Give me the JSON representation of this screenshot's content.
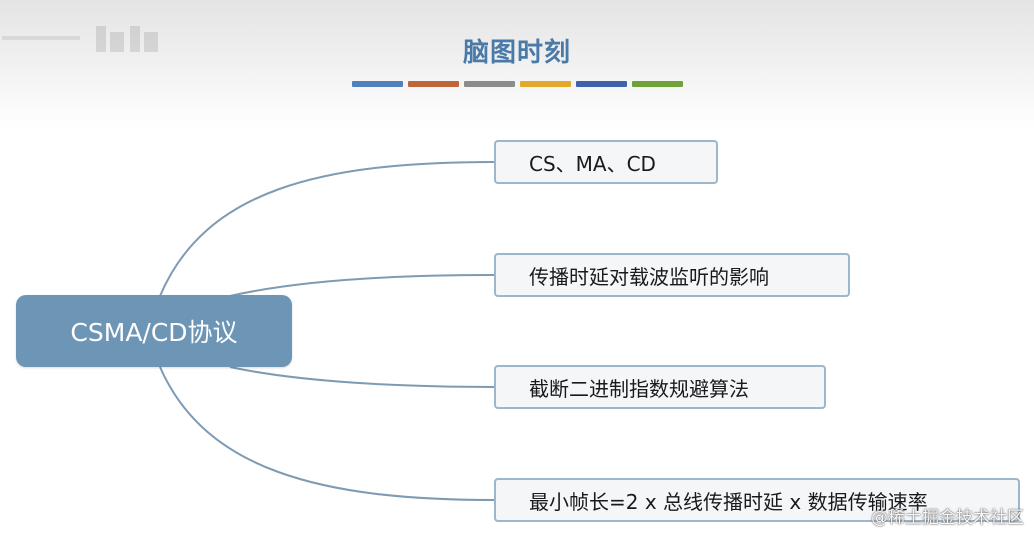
{
  "slide": {
    "title": "脑图时刻",
    "strip_colors": [
      "#4f81bd",
      "#c0643a",
      "#8c8c8c",
      "#e3a92a",
      "#3f62ad",
      "#6fa33a"
    ],
    "central_topic": "CSMA/CD协议",
    "branches": [
      "CS、MA、CD",
      "传播时延对载波监听的影响",
      "截断二进制指数规避算法",
      "最小帧长=2 x 总线传播时延 x 数据传输速率"
    ]
  },
  "watermark": {
    "text": "@稀土掘金技术社区"
  },
  "colors": {
    "title": "#4a7aa8",
    "central_fill": "#6d95b6",
    "branch_border": "#9cb6cc",
    "connector": "#7e9bb3"
  }
}
